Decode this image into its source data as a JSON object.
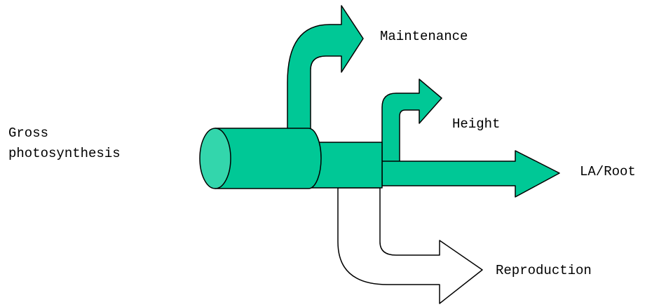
{
  "labels": {
    "source_line1": "Gross",
    "source_line2": "photosynthesis",
    "maintenance": "Maintenance",
    "height": "Height",
    "la_root": "LA/Root",
    "reproduction": "Reproduction"
  },
  "colors": {
    "flow_fill": "#00C896",
    "cylinder_end_fill": "#33D6AC",
    "outline": "#000000",
    "reproduction_fill": "#FFFFFF"
  }
}
